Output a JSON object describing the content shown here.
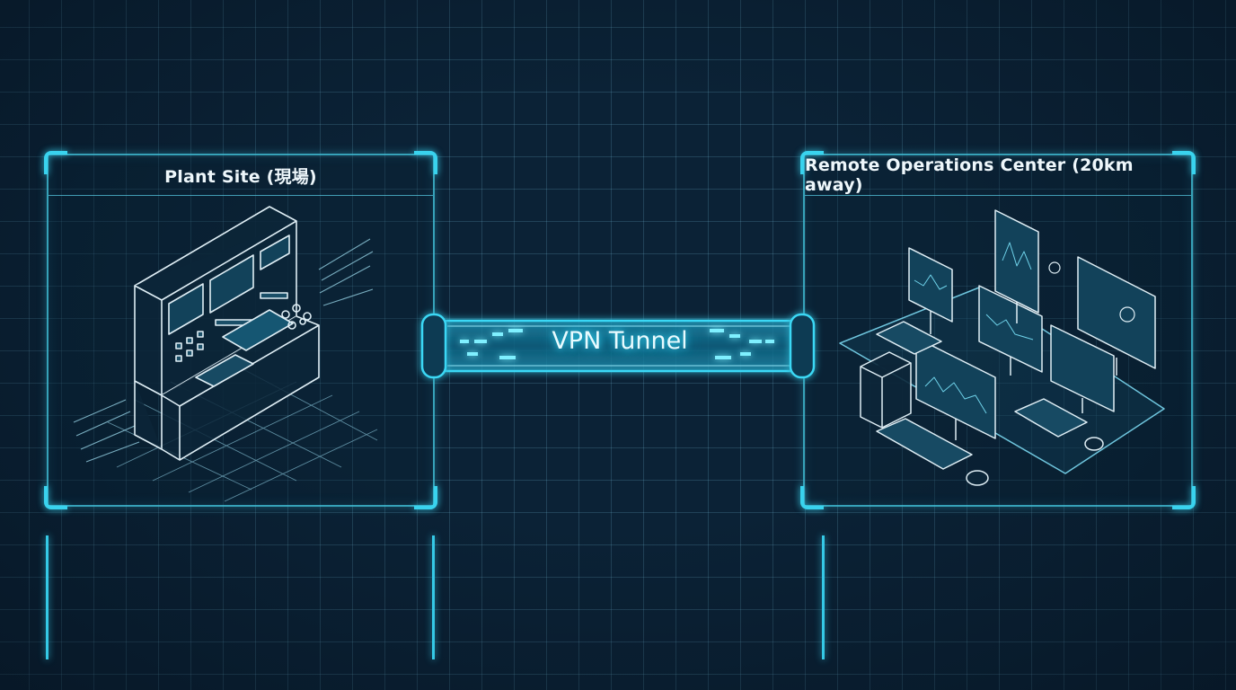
{
  "diagram": {
    "plant_site": {
      "title": "Plant Site (現場)"
    },
    "remote_center": {
      "title": "Remote Operations Center (20km away)"
    },
    "tunnel": {
      "label": "VPN Tunnel"
    },
    "colors": {
      "background": "#0b2236",
      "accent": "#39d3ee",
      "line": "#6fc6de",
      "text": "#eef7fb"
    }
  }
}
